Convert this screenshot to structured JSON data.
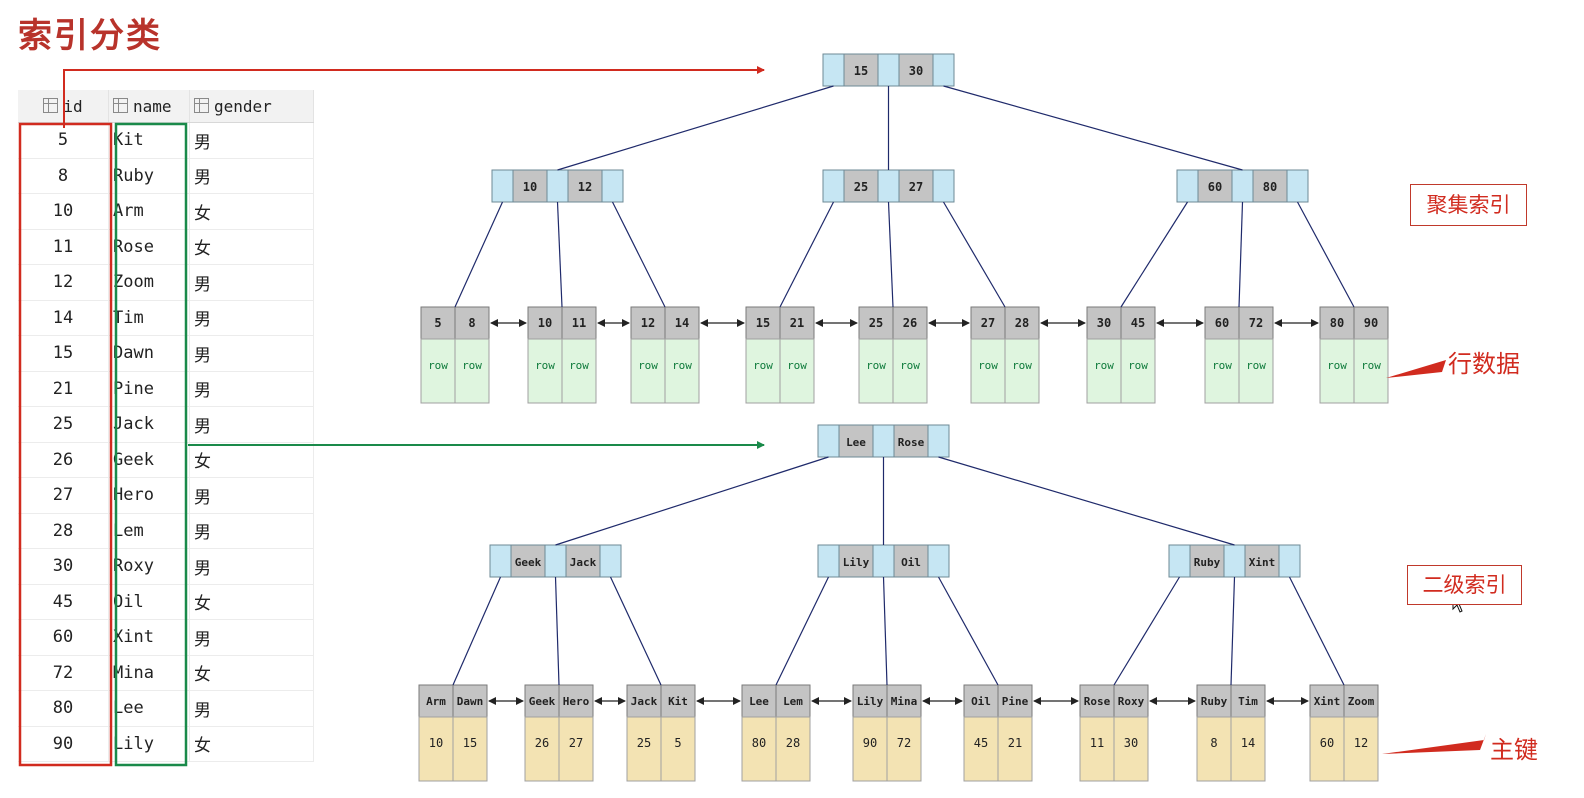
{
  "title": "索引分类",
  "table": {
    "columns": [
      "id",
      "name",
      "gender"
    ],
    "rows": [
      [
        "5",
        "Kit",
        "男"
      ],
      [
        "8",
        "Ruby",
        "男"
      ],
      [
        "10",
        "Arm",
        "女"
      ],
      [
        "11",
        "Rose",
        "女"
      ],
      [
        "12",
        "Zoom",
        "男"
      ],
      [
        "14",
        "Tim",
        "男"
      ],
      [
        "15",
        "Dawn",
        "男"
      ],
      [
        "21",
        "Pine",
        "男"
      ],
      [
        "25",
        "Jack",
        "男"
      ],
      [
        "26",
        "Geek",
        "女"
      ],
      [
        "27",
        "Hero",
        "男"
      ],
      [
        "28",
        "Lem",
        "男"
      ],
      [
        "30",
        "Roxy",
        "男"
      ],
      [
        "45",
        "Oil",
        "女"
      ],
      [
        "60",
        "Xint",
        "男"
      ],
      [
        "72",
        "Mina",
        "女"
      ],
      [
        "80",
        "Lee",
        "男"
      ],
      [
        "90",
        "Lily",
        "女"
      ]
    ]
  },
  "clustered_tree": {
    "root": [
      "15",
      "30"
    ],
    "level2": [
      [
        "10",
        "12"
      ],
      [
        "25",
        "27"
      ],
      [
        "60",
        "80"
      ]
    ],
    "leaves": [
      [
        "5",
        "8"
      ],
      [
        "10",
        "11"
      ],
      [
        "12",
        "14"
      ],
      [
        "15",
        "21"
      ],
      [
        "25",
        "26"
      ],
      [
        "27",
        "28"
      ],
      [
        "30",
        "45"
      ],
      [
        "60",
        "72"
      ],
      [
        "80",
        "90"
      ]
    ],
    "row_label": "row"
  },
  "secondary_tree": {
    "root": [
      "Lee",
      "Rose"
    ],
    "level2": [
      [
        "Geek",
        "Jack"
      ],
      [
        "Lily",
        "Oil"
      ],
      [
        "Ruby",
        "Xint"
      ]
    ],
    "leaves": [
      [
        "Arm",
        "Dawn"
      ],
      [
        "Geek",
        "Hero"
      ],
      [
        "Jack",
        "Kit"
      ],
      [
        "Lee",
        "Lem"
      ],
      [
        "Lily",
        "Mina"
      ],
      [
        "Oil",
        "Pine"
      ],
      [
        "Rose",
        "Roxy"
      ],
      [
        "Ruby",
        "Tim"
      ],
      [
        "Xint",
        "Zoom"
      ]
    ],
    "leaf_pks": [
      [
        "10",
        "15"
      ],
      [
        "26",
        "27"
      ],
      [
        "25",
        "5"
      ],
      [
        "80",
        "28"
      ],
      [
        "90",
        "72"
      ],
      [
        "45",
        "21"
      ],
      [
        "11",
        "30"
      ],
      [
        "8",
        "14"
      ],
      [
        "60",
        "12"
      ]
    ]
  },
  "labels": {
    "clustered": "聚集索引",
    "row_data": "行数据",
    "secondary": "二级索引",
    "primary_key": "主键"
  },
  "colors": {
    "title": "#b8332b",
    "accent_red": "#d12b1f",
    "accent_green": "#1a8a4a",
    "pointer_cell": "#c6e6f3",
    "key_cell": "#c4c4c4",
    "row_cell": "#dff5df",
    "pk_cell": "#f3e3b3",
    "edge": "#1f2a6b"
  }
}
